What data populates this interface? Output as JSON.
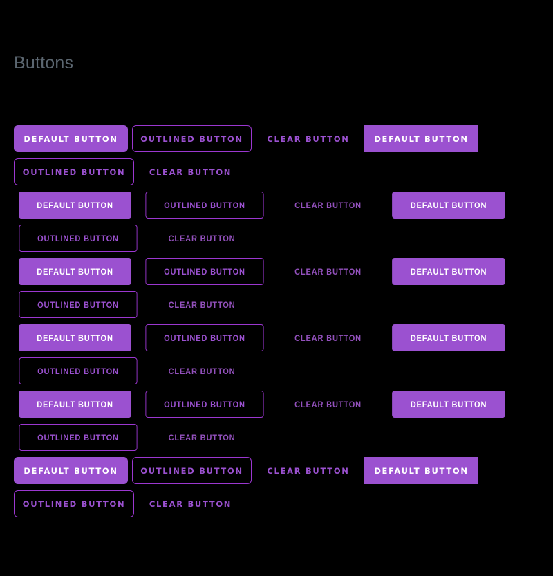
{
  "header": {
    "title": "Buttons"
  },
  "labels": {
    "default": "DEFAULT BUTTON",
    "outlined": "OUTLINED BUTTON",
    "clear": "CLEAR BUTTON"
  },
  "colors": {
    "background": "#000000",
    "accent_purple": "#9b51d0",
    "outline_purple": "#9b37d0",
    "title_gray": "#5b6670",
    "divider": "#d8dde2",
    "default_button_text": "#ffffff",
    "clear_muted": "#9351bd"
  },
  "groups": [
    {
      "name": "group-1",
      "font_style": "styleA",
      "rows": [
        {
          "name": "row-1a",
          "buttons": [
            {
              "variant": "default",
              "label": "DEFAULT BUTTON",
              "corner": "rounded-lg"
            },
            {
              "variant": "outlined",
              "label": "OUTLINED BUTTON",
              "corner": "rounded-lg"
            },
            {
              "variant": "clear",
              "label": "CLEAR BUTTON",
              "corner": "square"
            },
            {
              "variant": "default",
              "label": "DEFAULT BUTTON",
              "corner": "square"
            }
          ]
        },
        {
          "name": "row-1b",
          "buttons": [
            {
              "variant": "outlined",
              "label": "OUTLINED BUTTON",
              "corner": "rounded-lg"
            },
            {
              "variant": "clear",
              "label": "CLEAR BUTTON",
              "corner": "square"
            }
          ]
        }
      ]
    },
    {
      "name": "group-2",
      "font_style": "styleC",
      "rows": [
        {
          "name": "row-2a",
          "buttons": [
            {
              "variant": "default",
              "label": "DEFAULT BUTTON",
              "corner": "rounded-sm"
            },
            {
              "variant": "outlined",
              "label": "OUTLINED BUTTON",
              "corner": "rounded-sm"
            },
            {
              "variant": "clear",
              "label": "CLEAR BUTTON",
              "corner": "square"
            },
            {
              "variant": "default",
              "label": "DEFAULT BUTTON",
              "corner": "rounded-sm"
            }
          ]
        },
        {
          "name": "row-2b",
          "buttons": [
            {
              "variant": "outlined",
              "label": "OUTLINED BUTTON",
              "corner": "rounded-sm"
            },
            {
              "variant": "clear",
              "label": "CLEAR BUTTON",
              "corner": "square"
            }
          ]
        }
      ]
    },
    {
      "name": "group-3",
      "font_style": "styleC",
      "rows": [
        {
          "name": "row-3a",
          "buttons": [
            {
              "variant": "default",
              "label": "DEFAULT BUTTON",
              "corner": "rounded-sm"
            },
            {
              "variant": "outlined",
              "label": "OUTLINED BUTTON",
              "corner": "rounded-sm"
            },
            {
              "variant": "clear",
              "label": "CLEAR BUTTON",
              "corner": "square"
            },
            {
              "variant": "default",
              "label": "DEFAULT BUTTON",
              "corner": "rounded-sm"
            }
          ]
        },
        {
          "name": "row-3b",
          "buttons": [
            {
              "variant": "outlined",
              "label": "OUTLINED BUTTON",
              "corner": "rounded-sm"
            },
            {
              "variant": "clear",
              "label": "CLEAR BUTTON",
              "corner": "square"
            }
          ]
        }
      ]
    },
    {
      "name": "group-4",
      "font_style": "styleC",
      "rows": [
        {
          "name": "row-4a",
          "buttons": [
            {
              "variant": "default",
              "label": "DEFAULT BUTTON",
              "corner": "rounded-sm"
            },
            {
              "variant": "outlined",
              "label": "OUTLINED BUTTON",
              "corner": "rounded-sm"
            },
            {
              "variant": "clear",
              "label": "CLEAR BUTTON",
              "corner": "square"
            },
            {
              "variant": "default",
              "label": "DEFAULT BUTTON",
              "corner": "rounded-sm"
            }
          ]
        },
        {
          "name": "row-4b",
          "buttons": [
            {
              "variant": "outlined",
              "label": "OUTLINED BUTTON",
              "corner": "rounded-sm"
            },
            {
              "variant": "clear",
              "label": "CLEAR BUTTON",
              "corner": "square"
            }
          ]
        }
      ]
    },
    {
      "name": "group-5",
      "font_style": "styleC",
      "rows": [
        {
          "name": "row-5a",
          "buttons": [
            {
              "variant": "default",
              "label": "DEFAULT BUTTON",
              "corner": "rounded-sm"
            },
            {
              "variant": "outlined",
              "label": "OUTLINED BUTTON",
              "corner": "rounded-sm"
            },
            {
              "variant": "clear",
              "label": "CLEAR BUTTON",
              "corner": "square"
            },
            {
              "variant": "default",
              "label": "DEFAULT BUTTON",
              "corner": "rounded-sm"
            }
          ]
        },
        {
          "name": "row-5b",
          "buttons": [
            {
              "variant": "outlined",
              "label": "OUTLINED BUTTON",
              "corner": "rounded-sm"
            },
            {
              "variant": "clear",
              "label": "CLEAR BUTTON",
              "corner": "square"
            }
          ]
        }
      ]
    },
    {
      "name": "group-6",
      "font_style": "styleA",
      "rows": [
        {
          "name": "row-6a",
          "buttons": [
            {
              "variant": "default",
              "label": "DEFAULT BUTTON",
              "corner": "rounded-lg"
            },
            {
              "variant": "outlined",
              "label": "OUTLINED BUTTON",
              "corner": "rounded-lg"
            },
            {
              "variant": "clear",
              "label": "CLEAR BUTTON",
              "corner": "square"
            },
            {
              "variant": "default",
              "label": "DEFAULT BUTTON",
              "corner": "square"
            }
          ]
        },
        {
          "name": "row-6b",
          "buttons": [
            {
              "variant": "outlined",
              "label": "OUTLINED BUTTON",
              "corner": "rounded-lg"
            },
            {
              "variant": "clear",
              "label": "CLEAR BUTTON",
              "corner": "square"
            }
          ]
        }
      ]
    }
  ]
}
